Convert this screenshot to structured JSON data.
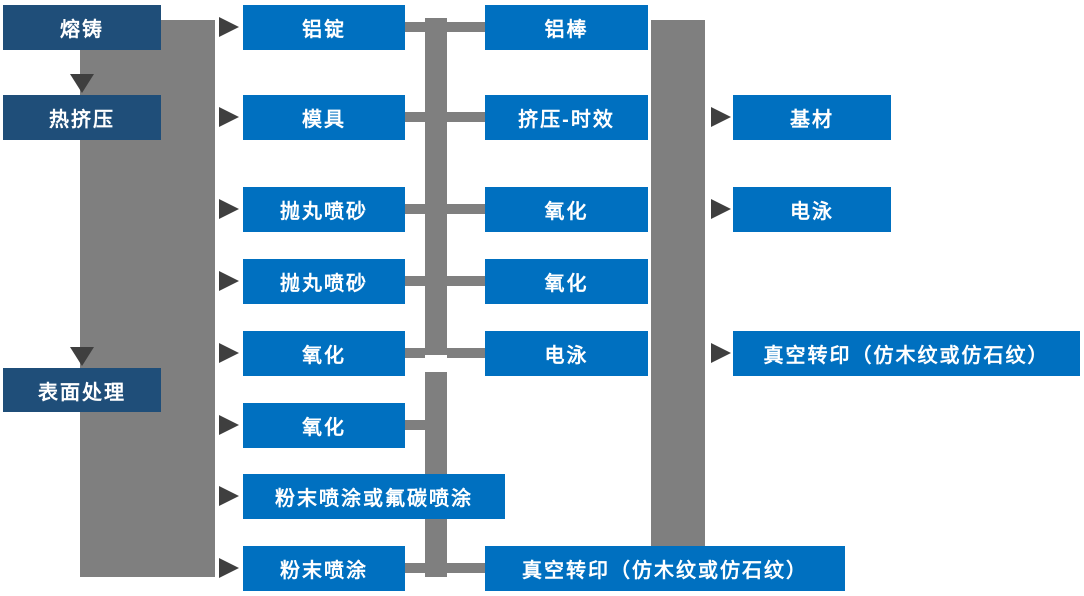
{
  "diagram": {
    "type": "process-flowchart",
    "nodes": {
      "melting_casting": "熔铸",
      "hot_extrusion": "热挤压",
      "surface_treatment": "表面处理",
      "aluminum_ingot": "铝锭",
      "mold": "模具",
      "shot_blasting_1": "抛丸喷砂",
      "shot_blasting_2": "抛丸喷砂",
      "oxidation_col2_a": "氧化",
      "oxidation_col2_b": "氧化",
      "powder_or_fluorocarbon_coating": "粉末喷涂或氟碳喷涂",
      "powder_coating": "粉末喷涂",
      "aluminum_rod": "铝棒",
      "extrusion_aging": "挤压-时效",
      "oxidation_col3_a": "氧化",
      "oxidation_col3_b": "氧化",
      "electrophoresis_col3": "电泳",
      "vacuum_transfer_col3": "真空转印（仿木纹或仿石纹）",
      "base_material": "基材",
      "electrophoresis_col4": "电泳",
      "vacuum_transfer_col4": "真空转印（仿木纹或仿石纹）"
    },
    "colors": {
      "stage_box": "#1F4E79",
      "process_box": "#0070C0",
      "connector": "#7F7F7F",
      "arrow": "#3F3F3F",
      "text": "#FFFFFF",
      "background": "#FFFFFF"
    }
  }
}
